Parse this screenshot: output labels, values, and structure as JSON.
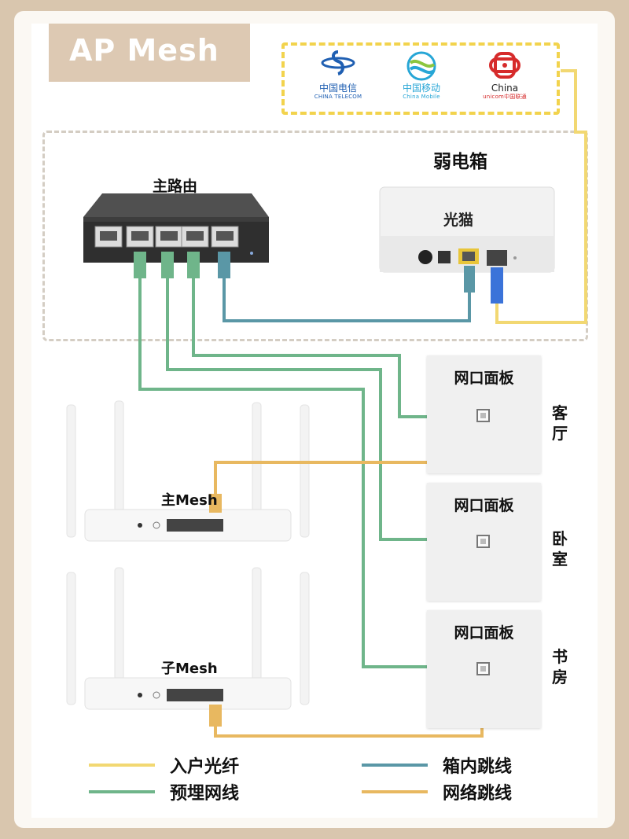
{
  "title": "AP Mesh",
  "isps": [
    {
      "cap1": "中国电信",
      "cap2": "CHINA TELECOM",
      "color": "#1f5fb2"
    },
    {
      "cap1": "中国移动",
      "cap2": "China Mobile",
      "color": "#27a6d6"
    },
    {
      "cap1": "China",
      "cap2": "unicom中国联通",
      "color": "#d62b2b"
    }
  ],
  "weak_box_label": "弱电箱",
  "main_router_label": "主路由",
  "modem_label": "光猫",
  "main_mesh_label": "主Mesh",
  "sub_mesh_label": "子Mesh",
  "panels": [
    {
      "label": "网口面板",
      "room": "客厅"
    },
    {
      "label": "网口面板",
      "room": "卧室"
    },
    {
      "label": "网口面板",
      "room": "书房"
    }
  ],
  "legend": [
    {
      "label": "入户光纤",
      "color": "#f2d872"
    },
    {
      "label": "预埋网线",
      "color": "#6fb58a"
    },
    {
      "label": "箱内跳线",
      "color": "#5a97a6"
    },
    {
      "label": "网络跳线",
      "color": "#e8b860"
    }
  ]
}
